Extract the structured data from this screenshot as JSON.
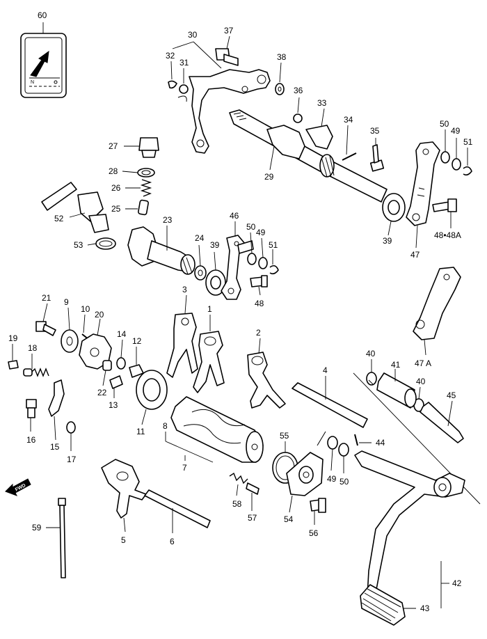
{
  "diagram": {
    "labels": {
      "p1": "1",
      "p2": "2",
      "p3": "3",
      "p4": "4",
      "p5": "5",
      "p6": "6",
      "p7": "7",
      "p8": "8",
      "p9": "9",
      "p10": "10",
      "p11": "11",
      "p12": "12",
      "p13": "13",
      "p14": "14",
      "p15": "15",
      "p16": "16",
      "p17": "17",
      "p18": "18",
      "p19": "19",
      "p20": "20",
      "p21": "21",
      "p22": "22",
      "p23": "23",
      "p24": "24",
      "p25": "25",
      "p26": "26",
      "p27": "27",
      "p28": "28",
      "p29": "29",
      "p30": "30",
      "p31": "31",
      "p32": "32",
      "p33": "33",
      "p34": "34",
      "p35": "35",
      "p36": "36",
      "p37": "37",
      "p38": "38",
      "p39a": "39",
      "p39b": "39",
      "p40a": "40",
      "p40b": "40",
      "p41": "41",
      "p42": "42",
      "p43": "43",
      "p44": "44",
      "p45": "45",
      "p46": "46",
      "p47": "47",
      "p47a": "47 A",
      "p48a": "48",
      "p48b": "48•48A",
      "p49a": "49",
      "p49b": "49",
      "p49c": "49",
      "p50a": "50",
      "p50b": "50",
      "p50c": "50",
      "p51a": "51",
      "p51b": "51",
      "p52": "52",
      "p53": "53",
      "p54": "54",
      "p55": "55",
      "p56": "56",
      "p57": "57",
      "p58": "58",
      "p59": "59",
      "p60": "60"
    },
    "fwd_label": "FWD",
    "decal_n": "N"
  }
}
